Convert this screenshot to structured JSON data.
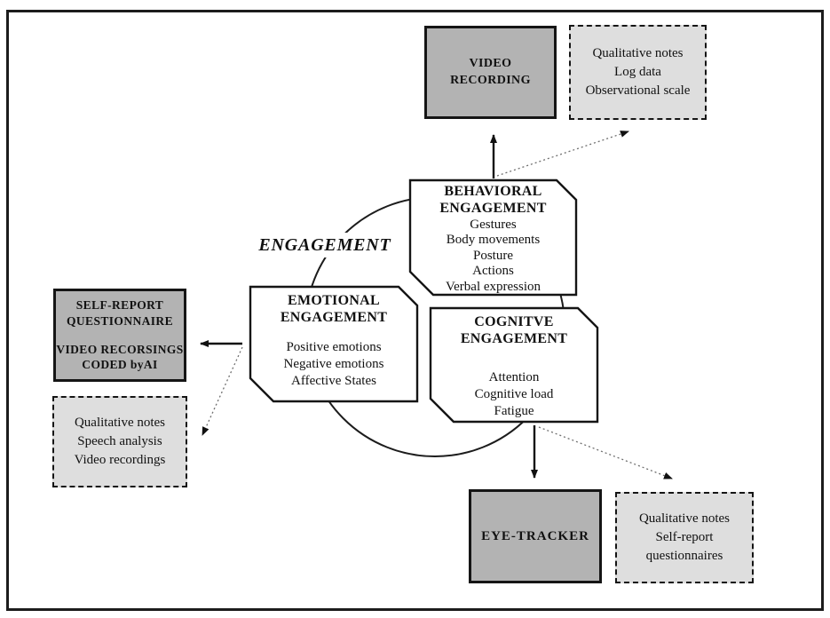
{
  "center_label": "ENGAGEMENT",
  "engagement": {
    "behavioral": {
      "title": [
        "BEHAVIORAL",
        "ENGAGEMENT"
      ],
      "items": [
        "Gestures",
        "Body movements",
        "Posture",
        "Actions",
        "Verbal expression"
      ]
    },
    "emotional": {
      "title": [
        "EMOTIONAL",
        "ENGAGEMENT"
      ],
      "items": [
        "Positive emotions",
        "Negative emotions",
        "Affective States"
      ]
    },
    "cognitive": {
      "title": [
        "COGNITVE",
        "ENGAGEMENT"
      ],
      "items": [
        "Attention",
        "Cognitive load",
        "Fatigue"
      ]
    }
  },
  "methods": {
    "video_recording": {
      "lines": [
        "VIDEO",
        "RECORDING"
      ]
    },
    "self_report": {
      "para1": [
        "SELF-REPORT",
        "QUESTIONNAIRE"
      ],
      "para2": [
        "VIDEO RECORSINGS",
        "CODED byAI"
      ]
    },
    "eye_tracker": {
      "label": "EYE-TRACKER"
    }
  },
  "notes": {
    "top_right": {
      "items": [
        "Qualitative notes",
        "Log data",
        "Observational scale"
      ]
    },
    "left": {
      "items": [
        "Qualitative notes",
        "Speech analysis",
        "Video recordings"
      ]
    },
    "bottom_right": {
      "items": [
        "Qualitative notes",
        "Self-report",
        "questionnaires"
      ]
    }
  },
  "colors": {
    "solid_box_fill": "#b3b3b3",
    "note_box_fill": "#dedede",
    "line_color": "#1c1c1c",
    "dotted_arrow_color": "#6f6f6f"
  }
}
